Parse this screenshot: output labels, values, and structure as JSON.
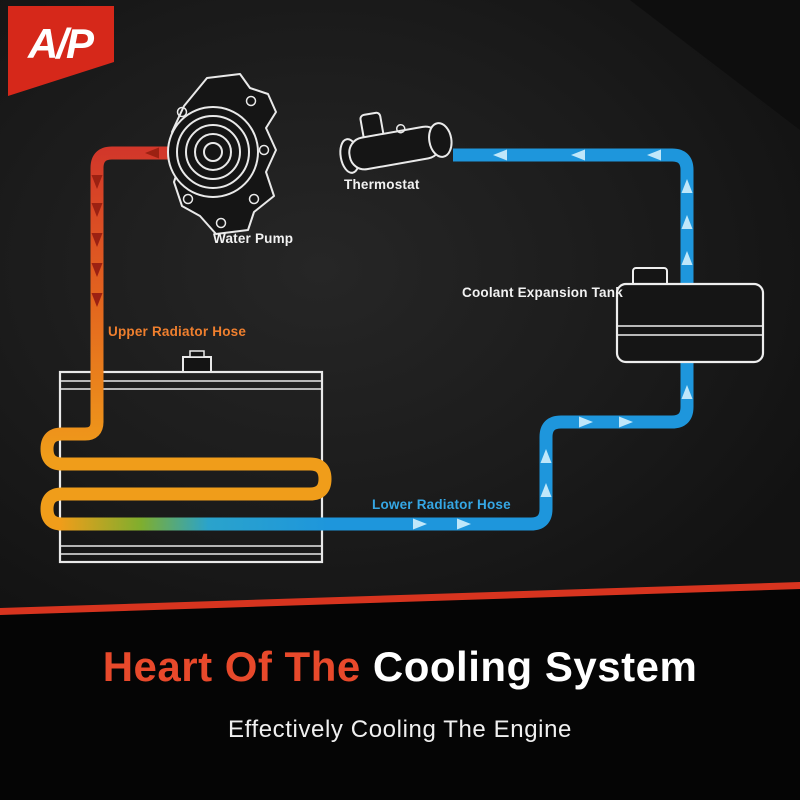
{
  "logo": {
    "text": "A/P"
  },
  "diagram": {
    "labels": {
      "thermostat": "Thermostat",
      "water_pump": "Water Pump",
      "expansion_tank": "Coolant Expansion Tank",
      "upper_hose": "Upper Radiator Hose",
      "lower_hose": "Lower Radiator Hose"
    },
    "colors": {
      "hot_hose": "#d2372a",
      "warm_hose": "#f09d1a",
      "cold_hose": "#1e96dc",
      "hot_arrows": "#9c2112",
      "cold_arrows": "#bfe7fa",
      "upper_hose_label": "#ef7f2e",
      "lower_hose_label": "#35a7e5"
    }
  },
  "footer": {
    "title_highlight": "Heart Of The",
    "title_rest": " Cooling System",
    "subtitle": "Effectively Cooling The Engine",
    "accent_color": "#d7341f"
  }
}
